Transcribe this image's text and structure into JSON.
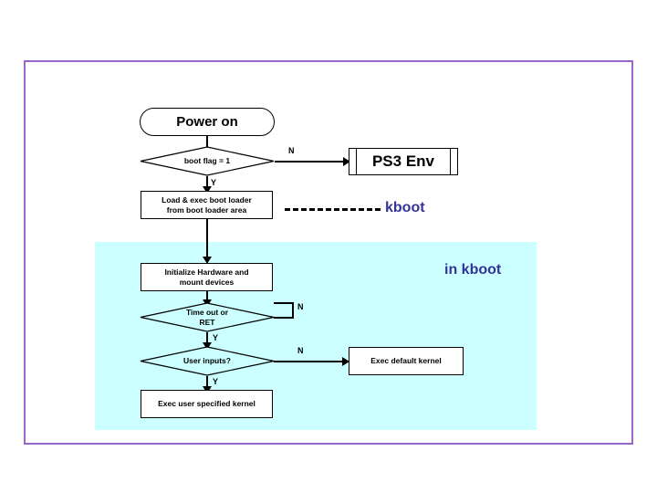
{
  "diagram": {
    "type": "flowchart",
    "title_nodes": {
      "power_on": "Power on",
      "ps3_env": "PS3 Env",
      "kboot_label": "kboot",
      "in_kboot_label": "in kboot"
    },
    "nodes": [
      {
        "id": "power-on",
        "label": "Power on",
        "shape": "terminator"
      },
      {
        "id": "boot-flag",
        "label": "boot flag = 1",
        "shape": "diamond"
      },
      {
        "id": "load-exec-boot-loader",
        "label": "Load & exec boot loader\nfrom boot loader area",
        "shape": "process"
      },
      {
        "id": "ps3-env",
        "label": "PS3 Env",
        "shape": "predefined-process"
      },
      {
        "id": "initialize-hardware",
        "label": "Initialize Hardware and\nmount devices",
        "shape": "process"
      },
      {
        "id": "time-out-or-ret",
        "label": "Time out or\nRET",
        "shape": "diamond"
      },
      {
        "id": "user-inputs",
        "label": "User inputs?",
        "shape": "diamond"
      },
      {
        "id": "exec-default-kernel",
        "label": "Exec default kernel",
        "shape": "process"
      },
      {
        "id": "exec-user-specified-kernel",
        "label": "Exec user specified kernel",
        "shape": "process"
      }
    ],
    "edge_labels": {
      "boot_flag_no": "N",
      "boot_flag_yes": "Y",
      "timeout_no": "N",
      "timeout_yes": "Y",
      "user_inputs_no": "N",
      "user_inputs_yes": "Y"
    },
    "colors": {
      "frame_border": "#9966cc",
      "kboot_region_fill": "#ccffff",
      "accent_text": "#333399",
      "stroke": "#000000",
      "node_fill": "#ffffff"
    }
  }
}
